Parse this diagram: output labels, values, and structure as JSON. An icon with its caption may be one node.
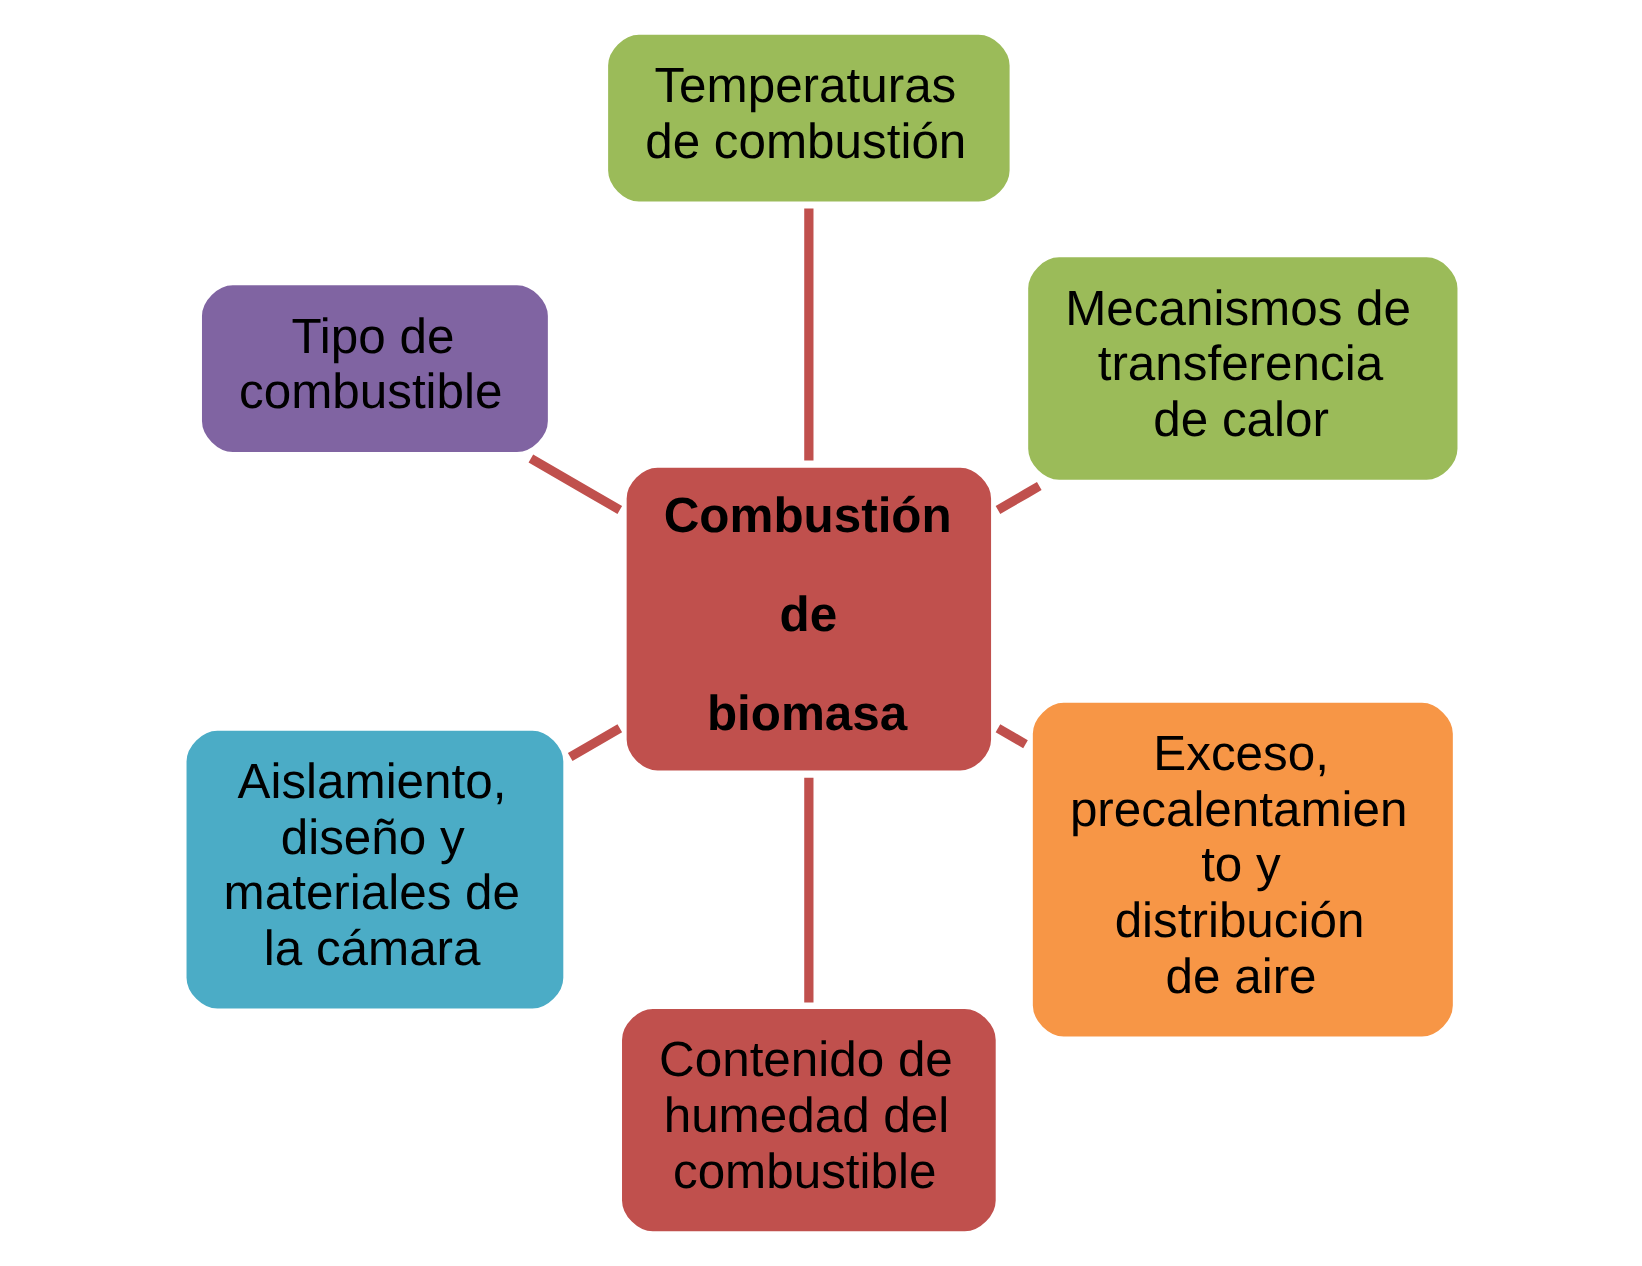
{
  "diagram": {
    "nodes": [
      {
        "text": [
          "Mecanismos de transferencia de calor"
        ]
      },
      {
        "text": [
          "Temperaturas de combustión"
        ]
      },
      {
        "text": [
          "Tipo de combustible"
        ]
      },
      {
        "text": [
          "Combustión de biomasa"
        ]
      },
      {
        "text": [
          "Aislamiento, diseño y materiales de la cámara"
        ]
      },
      {
        "text": [
          "Contenido de humedad del combustible"
        ]
      },
      {
        "text": [
          "Exceso, precalentamien to y distribución de aire"
        ]
      }
    ],
    "edges": [
      {
        "from": 3,
        "to": 0,
        "arrow": "none"
      },
      {
        "from": 3,
        "to": 1,
        "arrow": "none"
      },
      {
        "from": 3,
        "to": 2,
        "arrow": "none"
      },
      {
        "from": 3,
        "to": 4,
        "arrow": "none"
      },
      {
        "from": 3,
        "to": 5,
        "arrow": "none"
      },
      {
        "from": 3,
        "to": 6,
        "arrow": "none"
      }
    ]
  }
}
